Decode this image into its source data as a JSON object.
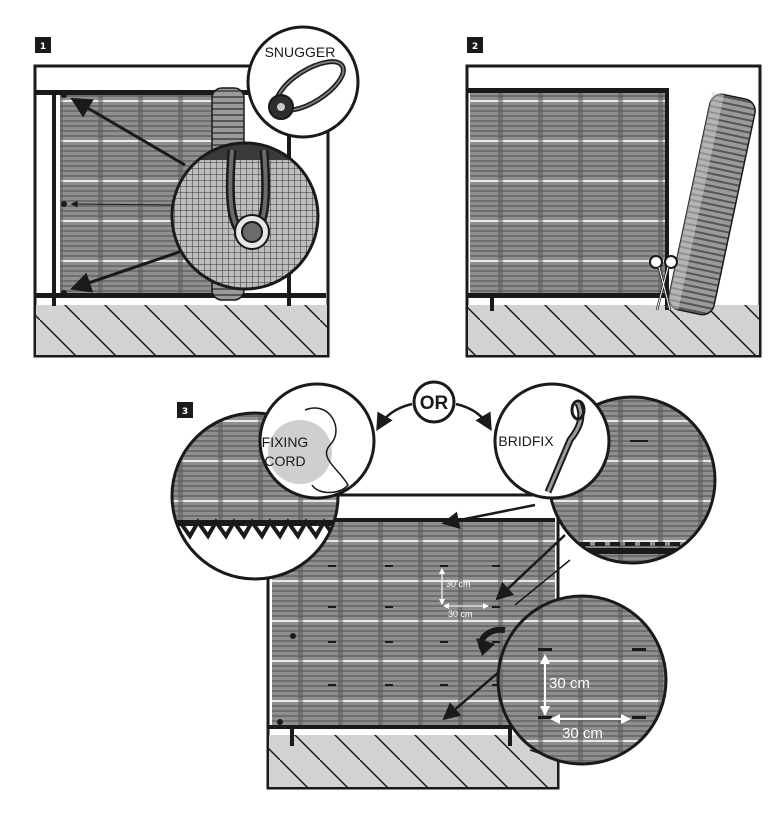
{
  "steps": [
    {
      "number": "1"
    },
    {
      "number": "2"
    },
    {
      "number": "3"
    }
  ],
  "labels": {
    "snugger": "SNUGGER",
    "or": "OR",
    "fixing_cord_line1": "FIXING",
    "fixing_cord_line2": "CORD",
    "bridfix": "BRIDFIX",
    "spacing_small_v": "30 cm",
    "spacing_small_h": "30 cm",
    "spacing_zoom_v": "30 cm",
    "spacing_zoom_h": "30 cm"
  },
  "colors": {
    "ink": "#1a1a1a",
    "screen": "#8c8c8c",
    "screen_dark": "#4d4d4d",
    "ground": "#cfcfcf",
    "paper": "#ffffff"
  }
}
